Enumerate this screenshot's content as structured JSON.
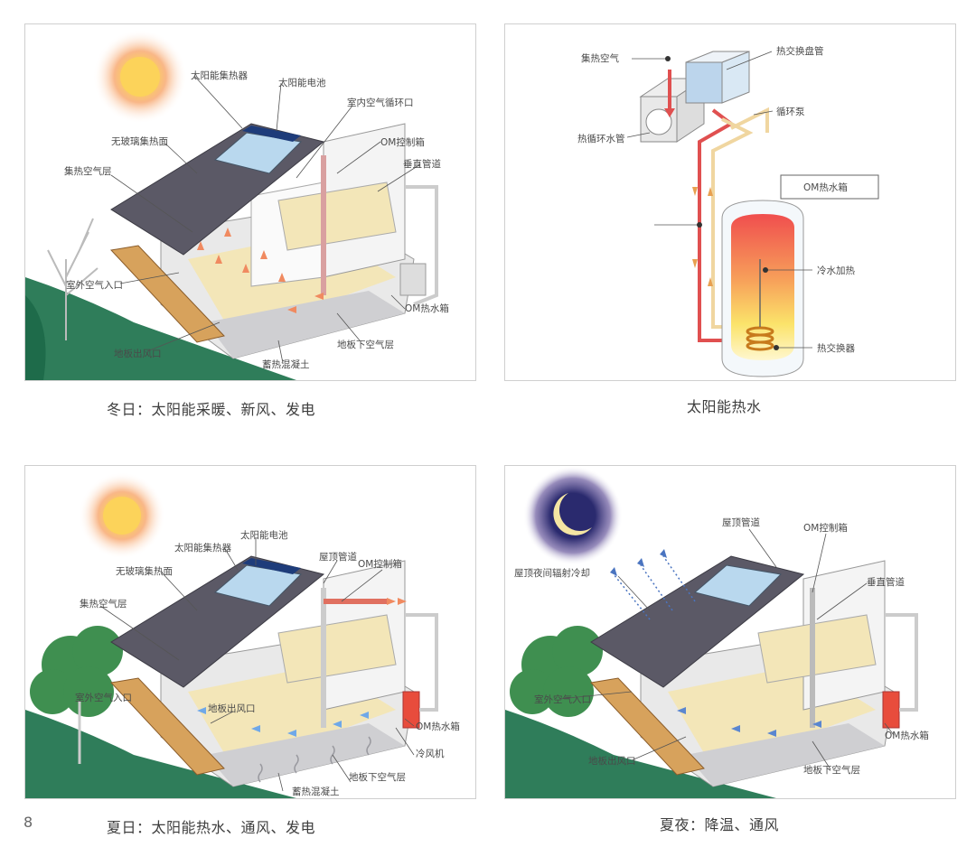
{
  "page_number": "8",
  "colors": {
    "sun": "#fcd35a",
    "sun_glow": "#f7a56a",
    "night": "#2a2a6e",
    "moon": "#f4e5a3",
    "roof": "#5b5966",
    "floor": "#f3e6b8",
    "pipe_hot": "#e05050",
    "pipe_cool": "#6a9ad8"
  },
  "panels": {
    "winter": {
      "caption": "冬日：太阳能采暖、新风、发电",
      "labels": {
        "collector": "太阳能集热器",
        "pv": "太阳能电池",
        "indoor_return": "室内空气循环口",
        "unglazed": "无玻璃集热面",
        "om_box": "OM控制箱",
        "vertical_duct": "垂直管道",
        "air_layer": "集热空气层",
        "outdoor_inlet": "室外空气入口",
        "om_tank": "OM热水箱",
        "floor_outlet": "地板出风口",
        "under_floor": "地板下空气层",
        "concrete": "蓄热混凝土"
      }
    },
    "hotwater": {
      "caption": "太阳能热水",
      "labels": {
        "hot_air": "集热空气",
        "heat_coil": "热交换盘管",
        "pump": "循环泵",
        "hot_pipe": "热循环水管",
        "tank": "OM热水箱",
        "cold_heating": "冷水加热",
        "exchanger": "热交换器"
      }
    },
    "summer": {
      "caption": "夏日：太阳能热水、通风、发电",
      "labels": {
        "pv": "太阳能电池",
        "collector": "太阳能集热器",
        "roof_duct": "屋顶管道",
        "unglazed": "无玻璃集热面",
        "om_box": "OM控制箱",
        "air_layer": "集热空气层",
        "outdoor_inlet": "室外空气入口",
        "floor_outlet": "地板出风口",
        "om_tank": "OM热水箱",
        "cooler": "冷风机",
        "under_floor": "地板下空气层",
        "concrete": "蓄热混凝土"
      }
    },
    "night": {
      "caption": "夏夜：降温、通风",
      "labels": {
        "roof_duct": "屋顶管道",
        "om_box": "OM控制箱",
        "radiative": "屋顶夜间辐射冷却",
        "vertical_duct": "垂直管道",
        "outdoor_inlet": "室外空气入口",
        "om_tank": "OM热水箱",
        "floor_outlet": "地板出风口",
        "under_floor": "地板下空气层"
      }
    }
  }
}
